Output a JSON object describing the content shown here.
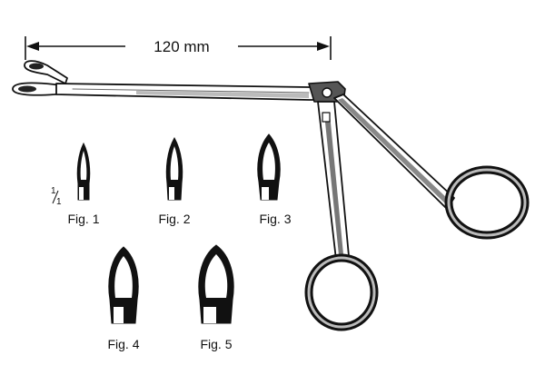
{
  "dimension": {
    "label": "120 mm"
  },
  "scale": {
    "numerator": "1",
    "denominator": "1"
  },
  "figures": [
    {
      "label": "Fig. 1"
    },
    {
      "label": "Fig. 2"
    },
    {
      "label": "Fig. 3"
    },
    {
      "label": "Fig. 4"
    },
    {
      "label": "Fig. 5"
    }
  ],
  "colors": {
    "ink": "#111111",
    "background": "#ffffff"
  }
}
